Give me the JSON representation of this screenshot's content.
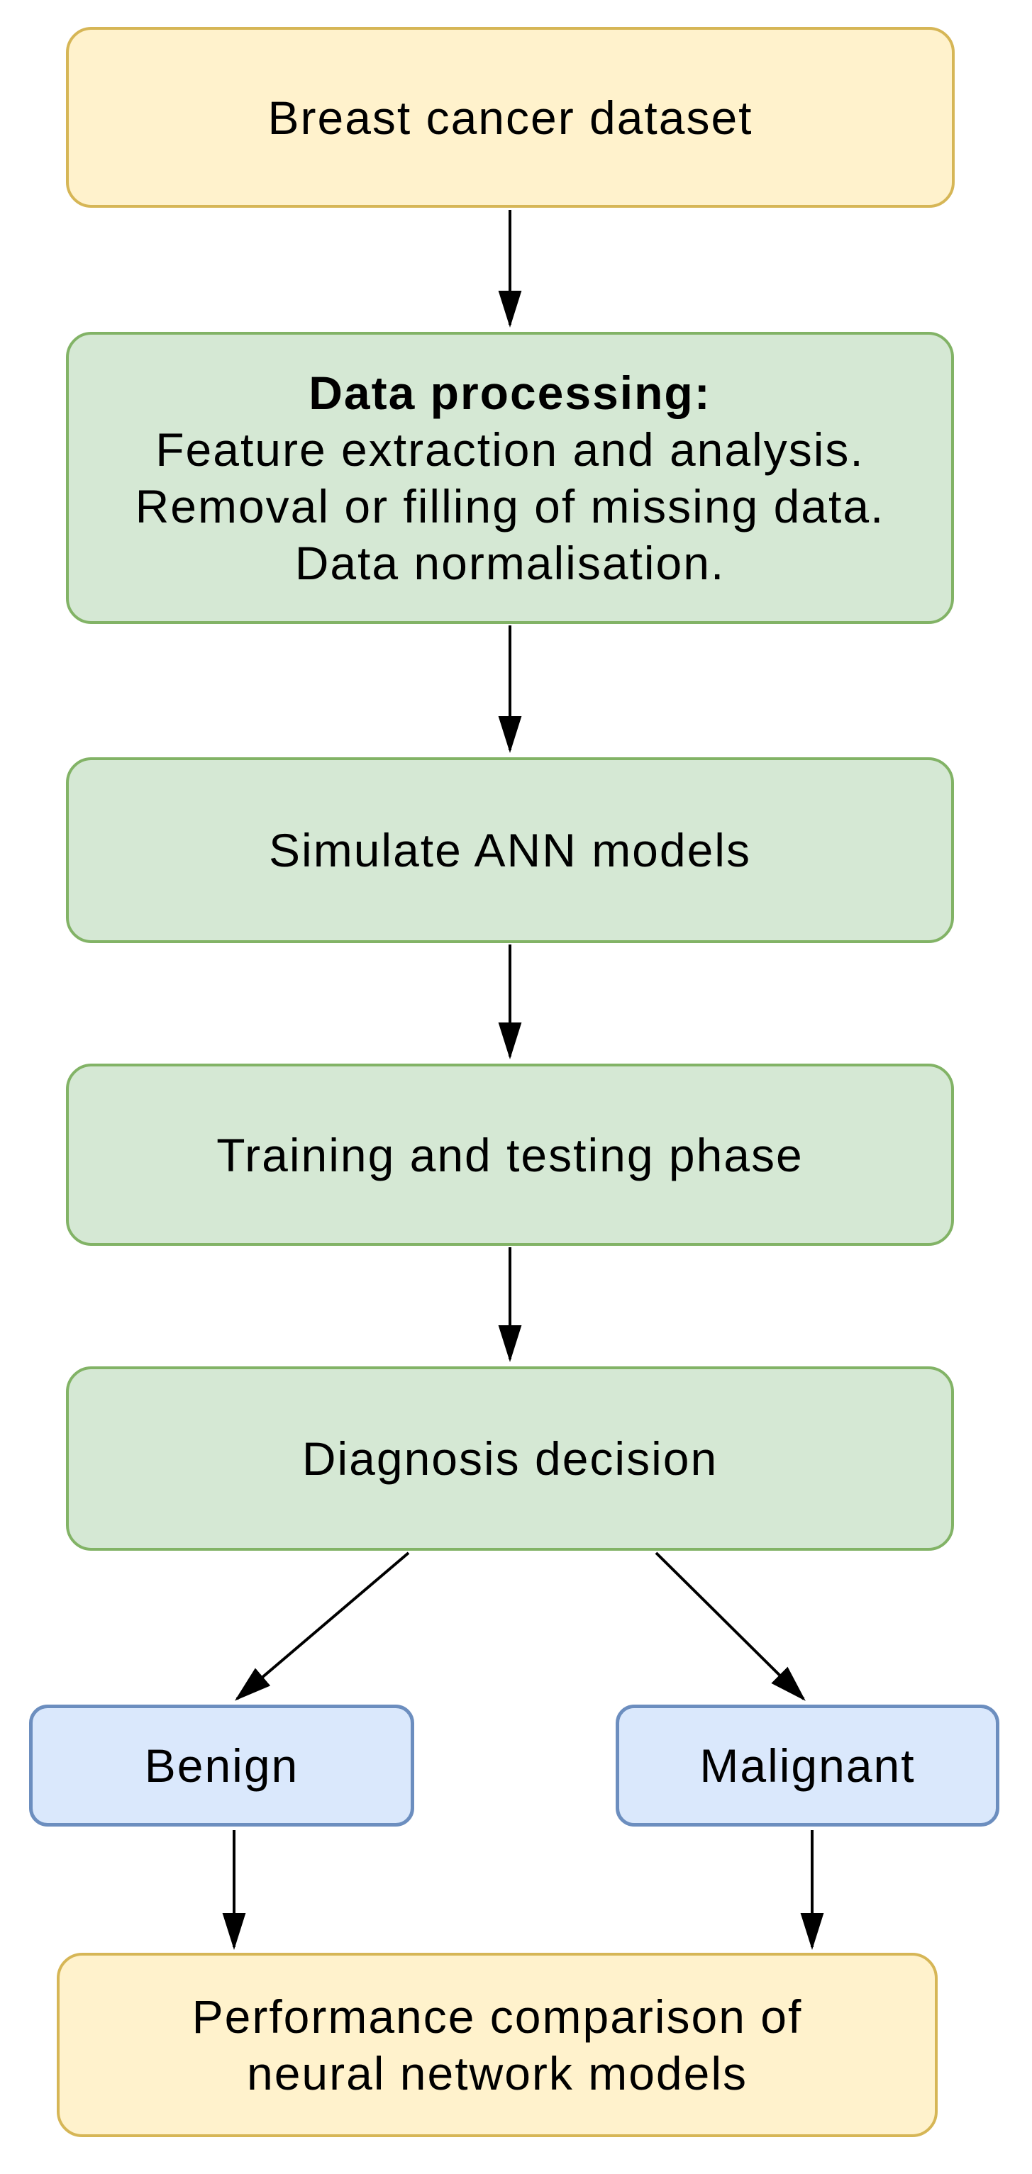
{
  "diagram": {
    "background_color": "#ffffff",
    "text_color": "#000000",
    "arrow_color": "#000000",
    "palette": {
      "yellow_fill": "#fff2cc",
      "yellow_border": "#d6b656",
      "green_fill": "#d5e8d4",
      "green_border": "#82b366",
      "blue_fill": "#dae8fc",
      "blue_border": "#6c8ebf"
    },
    "nodes": {
      "dataset": {
        "label": "Breast cancer dataset",
        "fill": "#fff2cc",
        "border": "#d6b656"
      },
      "processing": {
        "heading": "Data processing:",
        "line1": "Feature extraction and analysis.",
        "line2": "Removal or filling of missing data.",
        "line3": "Data normalisation.",
        "fill": "#d5e8d4",
        "border": "#82b366"
      },
      "simulate": {
        "label": "Simulate ANN models",
        "fill": "#d5e8d4",
        "border": "#82b366"
      },
      "training": {
        "label": "Training and testing phase",
        "fill": "#d5e8d4",
        "border": "#82b366"
      },
      "diagnosis": {
        "label": "Diagnosis decision",
        "fill": "#d5e8d4",
        "border": "#82b366"
      },
      "benign": {
        "label": "Benign",
        "fill": "#dae8fc",
        "border": "#6c8ebf"
      },
      "malignant": {
        "label": "Malignant",
        "fill": "#dae8fc",
        "border": "#6c8ebf"
      },
      "performance": {
        "line1": "Performance comparison of",
        "line2": "neural network models",
        "fill": "#fff2cc",
        "border": "#d6b656"
      }
    },
    "edges": [
      {
        "from": "dataset",
        "to": "processing"
      },
      {
        "from": "processing",
        "to": "simulate"
      },
      {
        "from": "simulate",
        "to": "training"
      },
      {
        "from": "training",
        "to": "diagnosis"
      },
      {
        "from": "diagnosis",
        "to": "benign"
      },
      {
        "from": "diagnosis",
        "to": "malignant"
      },
      {
        "from": "benign",
        "to": "performance"
      },
      {
        "from": "malignant",
        "to": "performance"
      }
    ]
  }
}
